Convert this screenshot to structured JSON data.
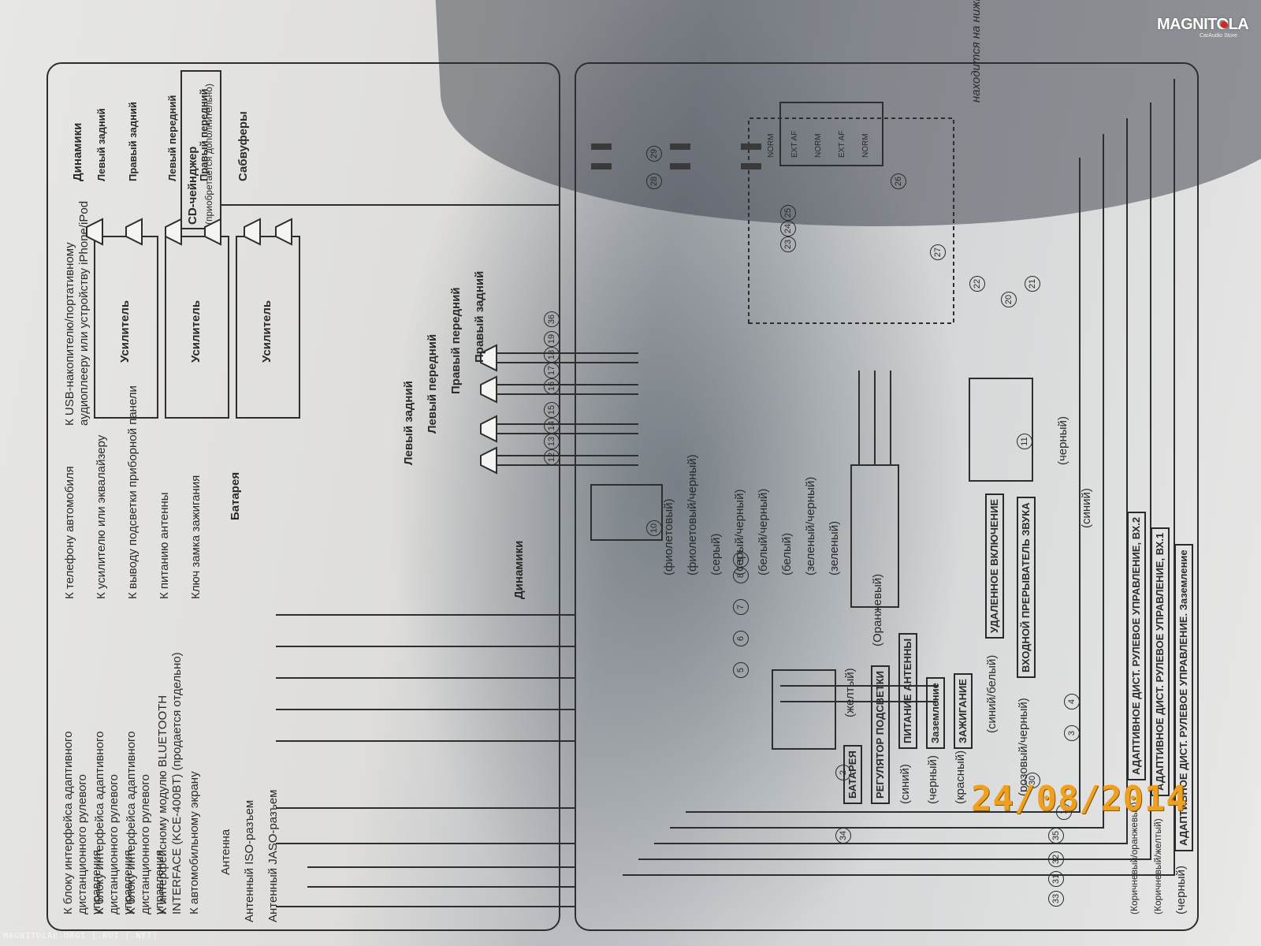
{
  "stamp": {
    "date": "24/08/2014"
  },
  "logo": {
    "text": "MAGNITOLA",
    "sub": "CarAudio Store"
  },
  "watermark": {
    "text": "MAGNITOLAE.ORGI [.RUI [.NET]"
  },
  "top_panel": {
    "steering_1": "К блоку интерфейса адаптивного дистанционного рулевого управления",
    "steering_2": "К блоку интерфейса адаптивного дистанционного рулевого управления",
    "steering_3": "К блоку интерфейса адаптивного дистанционного рулевого управления",
    "bluetooth": "К интерфейсному модулю BLUETOOTH INTERFACE (KCE-400BT) (продается отдельно)",
    "screen": "К автомобильному экрану",
    "antenna": "Антенна",
    "iso": "Антенный ISO-разъем",
    "jaso": "Антенный JASO-разъем",
    "phone": "К телефону автомобиля",
    "amp": "К усилителю или эквалайзеру",
    "dimmer": "К выводу подсветки приборной панели",
    "ant_power": "К питанию антенны",
    "ign_key": "Ключ замка зажигания",
    "battery": "Батарея",
    "speakers": "Динамики",
    "spk_rl": "Левый задний",
    "spk_fl": "Левый передний",
    "spk_fr": "Правый передний",
    "spk_rr": "Правый задний",
    "usb": "К USB-накопителю/портативному аудиоплееру или устройству iPhone/iPod",
    "changer": "CD-чейнджер",
    "changer_note": "(приобретается дополнительно)",
    "speakers2": "Динамики",
    "amp_rl": "Левый задний",
    "amp_rr": "Правый задний",
    "amp_fl": "Левый передний",
    "amp_fr": "Правый передний",
    "subs": "Сабвуферы",
    "amplifier": "Усилитель"
  },
  "bottom_panel": {
    "w33_color": "(черный)",
    "w33_label": "АДАПТИВНОЕ ДИСТ. РУЛЕВОЕ УПРАВЛЕНИЕ. Заземление",
    "w31_color": "(Коричневый/желтый)",
    "w31_label": "АДАПТИВНОЕ ДИСТ. РУЛЕВОЕ УПРАВЛЕНИЕ, ВХ.1",
    "w32_color": "(Коричневый/оранжевый)",
    "w32_label": "АДАПТИВНОЕ ДИСТ. РУЛЕВОЕ УПРАВЛЕНИЕ, ВХ.2",
    "w34_color": "(синий)",
    "w1_color": "(черный)",
    "w3_color": "(розовый/черный)",
    "w3_label": "ВХОДНОЙ ПРЕРЫВАТЕЛЬ ЗВУКА",
    "w4_color": "(синий/белый)",
    "w4_label": "УДАЛЕННОЕ ВКЛЮЧЕНИЕ",
    "w5_color": "(красный)",
    "w5_label": "ЗАЖИГАНИЕ",
    "w6_color": "(черный)",
    "w6_label": "Заземление",
    "w7_color": "(синий)",
    "w7_label": "ПИТАНИЕ АНТЕННЫ",
    "w8_label": "РЕГУЛЯТОР ПОДСВЕТКИ",
    "w8_color": "(Оранжевый)",
    "w9_label": "БАТАРЕЯ",
    "w9_color": "(желтый)",
    "w12": "(зеленый)",
    "w13": "(зеленый/черный)",
    "w14": "(белый)",
    "w15": "(белый/черный)",
    "w16": "(серый/черный)",
    "w17": "(серый)",
    "w18": "(фиолетовый/черный)",
    "w19": "(фиолетовый)",
    "norm": "NORM",
    "extaf": "EXT AF",
    "note": "находится на нижней панели устройства."
  },
  "numbers": [
    "33",
    "31",
    "32",
    "35",
    "1",
    "30",
    "34",
    "2",
    "3",
    "4",
    "5",
    "6",
    "7",
    "8",
    "9",
    "10",
    "11",
    "12",
    "13",
    "14",
    "15",
    "16",
    "17",
    "18",
    "19",
    "36",
    "20",
    "21",
    "22",
    "23",
    "24",
    "25",
    "26",
    "27",
    "28",
    "29"
  ]
}
